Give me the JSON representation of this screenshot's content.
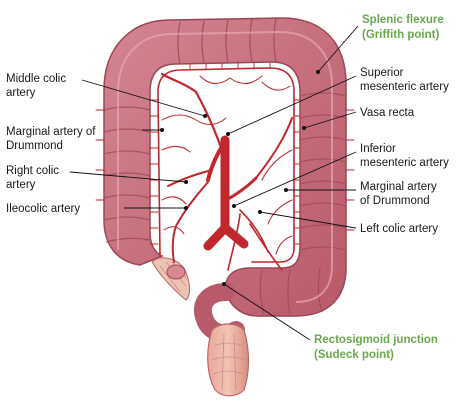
{
  "colors": {
    "colon_fill": "#c8707c",
    "colon_fold": "#a14a59",
    "vessel": "#c1272d",
    "label_text": "#1a1a1a",
    "highlight_label": "#6aa84f",
    "skin": "#e7b3a3"
  },
  "labels": {
    "middle_colic": [
      "Middle colic",
      "artery"
    ],
    "marginal_left": [
      "Marginal artery of",
      "Drummond"
    ],
    "right_colic": [
      "Right colic",
      "artery"
    ],
    "ileocolic": [
      "Ileocolic artery"
    ],
    "splenic_flexure": [
      "Splenic flexure",
      "(Griffith point)"
    ],
    "superior_mesenteric": [
      "Superior",
      "mesenteric artery"
    ],
    "vasa_recta": [
      "Vasa recta"
    ],
    "inferior_mesenteric": [
      "Inferior",
      "mesenteric artery"
    ],
    "marginal_right": [
      "Marginal artery",
      "of Drummond"
    ],
    "left_colic": [
      "Left colic artery"
    ],
    "rectosigmoid": [
      "Rectosigmoid junction",
      "(Sudeck point)"
    ]
  }
}
